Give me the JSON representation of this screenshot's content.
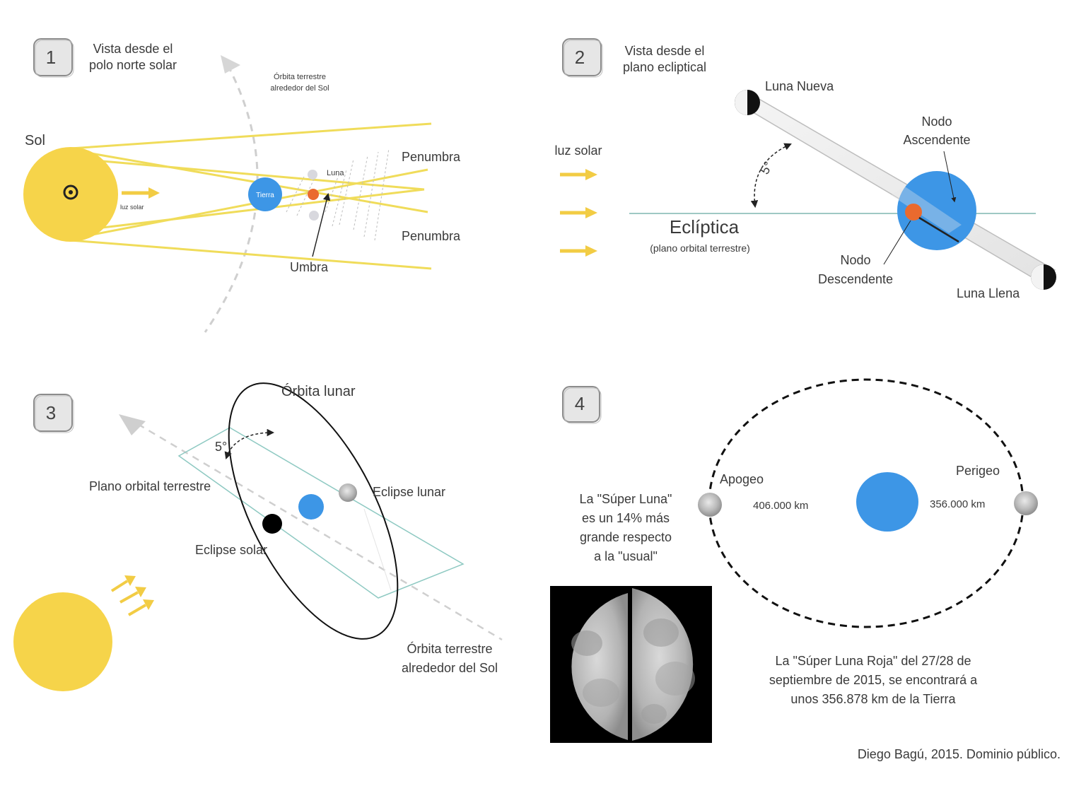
{
  "colors": {
    "sun": "#f6d44a",
    "earth": "#3d96e6",
    "moon_orange": "#ea6a2e",
    "rays": "#f0dc5a",
    "arrow": "#f2cc44",
    "ecliptic_line": "#7fb7b0"
  },
  "panel1": {
    "badge": "1",
    "title_line1": "Vista desde el",
    "title_line2": "polo norte solar",
    "sun_label": "Sol",
    "sunlight_label": "luz solar",
    "earth_label": "Tierra",
    "moon_label": "Luna",
    "orbit_line1": "Órbita terrestre",
    "orbit_line2": "alrededor del Sol",
    "penumbra_top": "Penumbra",
    "penumbra_bottom": "Penumbra",
    "umbra": "Umbra",
    "icons": {
      "sun_symbol": "sun-symbol-icon"
    }
  },
  "panel2": {
    "badge": "2",
    "title_line1": "Vista desde el",
    "title_line2": "plano ecliptical",
    "sunlight_label": "luz solar",
    "new_moon": "Luna Nueva",
    "ascending_line1": "Nodo",
    "ascending_line2": "Ascendente",
    "angle": "5°",
    "ecliptic": "Eclíptica",
    "ecliptic_sub": "(plano orbital terrestre)",
    "descending_line1": "Nodo",
    "descending_line2": "Descendente",
    "full_moon": "Luna Llena"
  },
  "panel3": {
    "badge": "3",
    "lunar_orbit": "Órbita lunar",
    "angle": "5°",
    "orbital_plane": "Plano orbital terrestre",
    "lunar_eclipse": "Eclipse lunar",
    "solar_eclipse": "Eclipse solar",
    "earth_orbit_line1": "Órbita terrestre",
    "earth_orbit_line2": "alrededor del Sol"
  },
  "panel4": {
    "badge": "4",
    "apogee": "Apogeo",
    "perigee": "Perigeo",
    "apogee_distance": "406.000 km",
    "perigee_distance": "356.000 km",
    "super_moon_line1": "La \"Súper Luna\"",
    "super_moon_line2": "es un 14% más",
    "super_moon_line3": "grande respecto",
    "super_moon_line4": "a la \"usual\"",
    "red_moon_line1": "La \"Súper Luna Roja\" del 27/28 de",
    "red_moon_line2": "septiembre de 2015, se encontrará a",
    "red_moon_line3": "unos 356.878 km de la Tierra"
  },
  "credit": "Diego Bagú, 2015. Dominio público."
}
